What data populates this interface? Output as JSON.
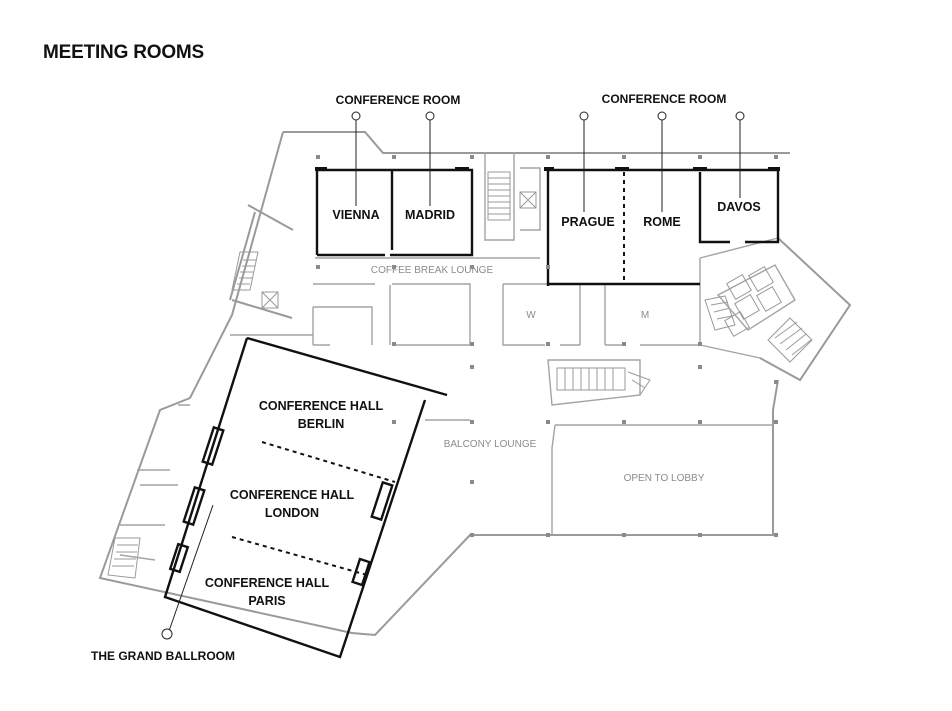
{
  "title": "MEETING ROOMS",
  "annotations": {
    "conference_room_left": "CONFERENCE ROOM",
    "conference_room_right": "CONFERENCE ROOM",
    "grand_ballroom": "THE GRAND BALLROOM"
  },
  "rooms": {
    "vienna": "VIENNA",
    "madrid": "MADRID",
    "prague": "PRAGUE",
    "rome": "ROME",
    "davos": "DAVOS",
    "berlin": [
      "CONFERENCE HALL",
      "BERLIN"
    ],
    "london": [
      "CONFERENCE HALL",
      "LONDON"
    ],
    "paris": [
      "CONFERENCE HALL",
      "PARIS"
    ]
  },
  "areas": {
    "coffee_break_lounge": "COFFEE BREAK LOUNGE",
    "balcony_lounge": "BALCONY LOUNGE",
    "open_to_lobby": "OPEN TO LOBBY",
    "restroom_women": "W",
    "restroom_men": "M"
  }
}
